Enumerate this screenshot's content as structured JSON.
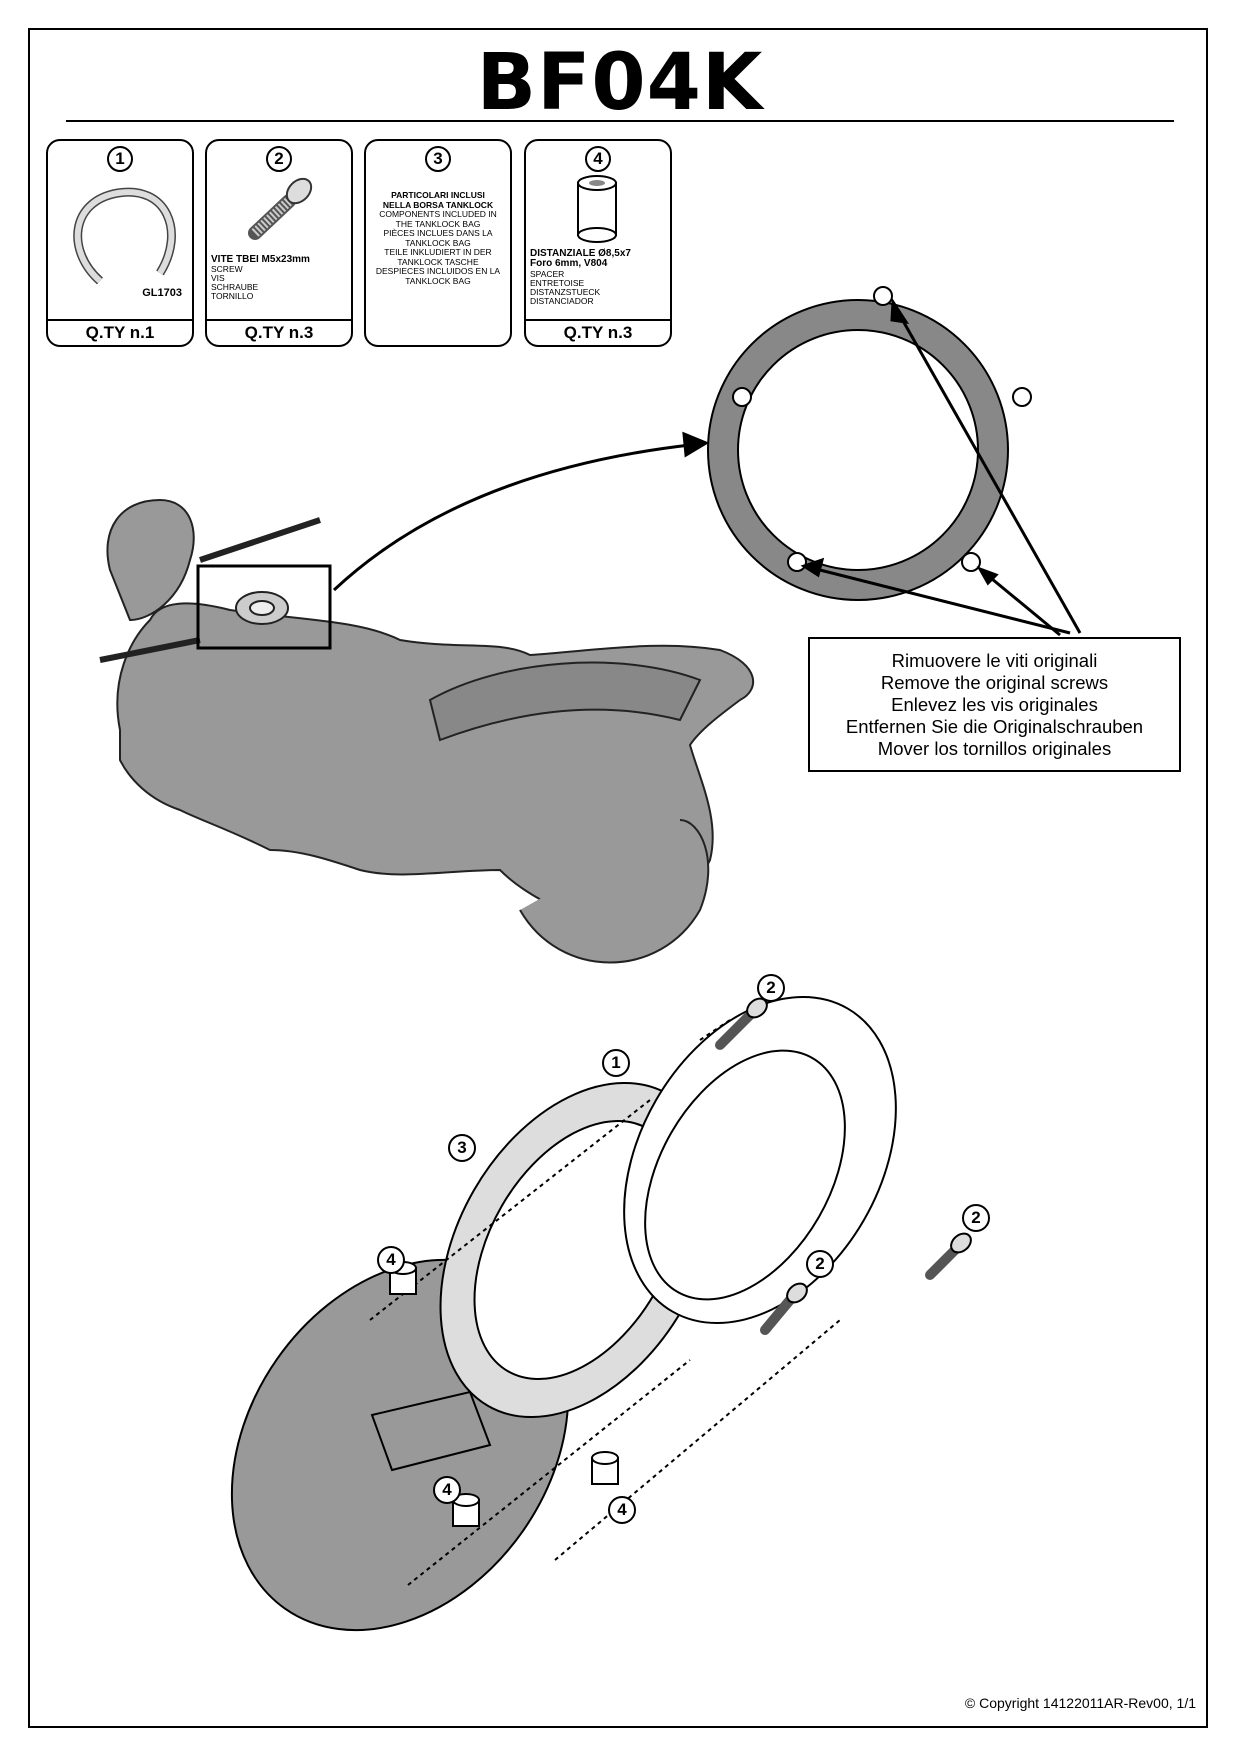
{
  "title": "BF04K",
  "cards": [
    {
      "number": "1",
      "part_code": "GL1703",
      "qty": "Q.TY n.1"
    },
    {
      "number": "2",
      "name_it": "VITE TBEI M5x23mm",
      "name_en": "SCREW",
      "name_fr": "VIS",
      "name_de": "SCHRAUBE",
      "name_es": "TORNILLO",
      "qty": "Q.TY n.3"
    },
    {
      "number": "3",
      "heading_1": "PARTICOLARI INCLUSI",
      "heading_2": "NELLA BORSA TANKLOCK",
      "en_1": "COMPONENTS INCLUDED IN",
      "en_2": "THE TANKLOCK BAG",
      "fr_1": "PIÈCES INCLUES DANS LA",
      "fr_2": "TANKLOCK BAG",
      "de_1": "TEILE INKLUDIERT IN DER",
      "de_2": "TANKLOCK TASCHE",
      "es_1": "DESPIECES INCLUIDOS EN LA",
      "es_2": "TANKLOCK BAG"
    },
    {
      "number": "4",
      "name_it": "DISTANZIALE Ø8,5x7",
      "name_it_2": "Foro 6mm, V804",
      "name_en": "SPACER",
      "name_fr": "ENTRETOISE",
      "name_de": "DISTANZSTUECK",
      "name_es": "DISTANCIADOR",
      "qty": "Q.TY n.3"
    }
  ],
  "callout": {
    "it": "Rimuovere le viti originali",
    "en": "Remove the original screws",
    "fr": "Enlevez  les vis originales",
    "de": "Entfernen Sie die Originalschrauben",
    "es": "Mover los tornillos originales"
  },
  "labels": {
    "one": "1",
    "two": "2",
    "three": "3",
    "four": "4"
  },
  "footer": {
    "copyright": "© Copyright 14122011AR-Rev00, 1/1"
  }
}
